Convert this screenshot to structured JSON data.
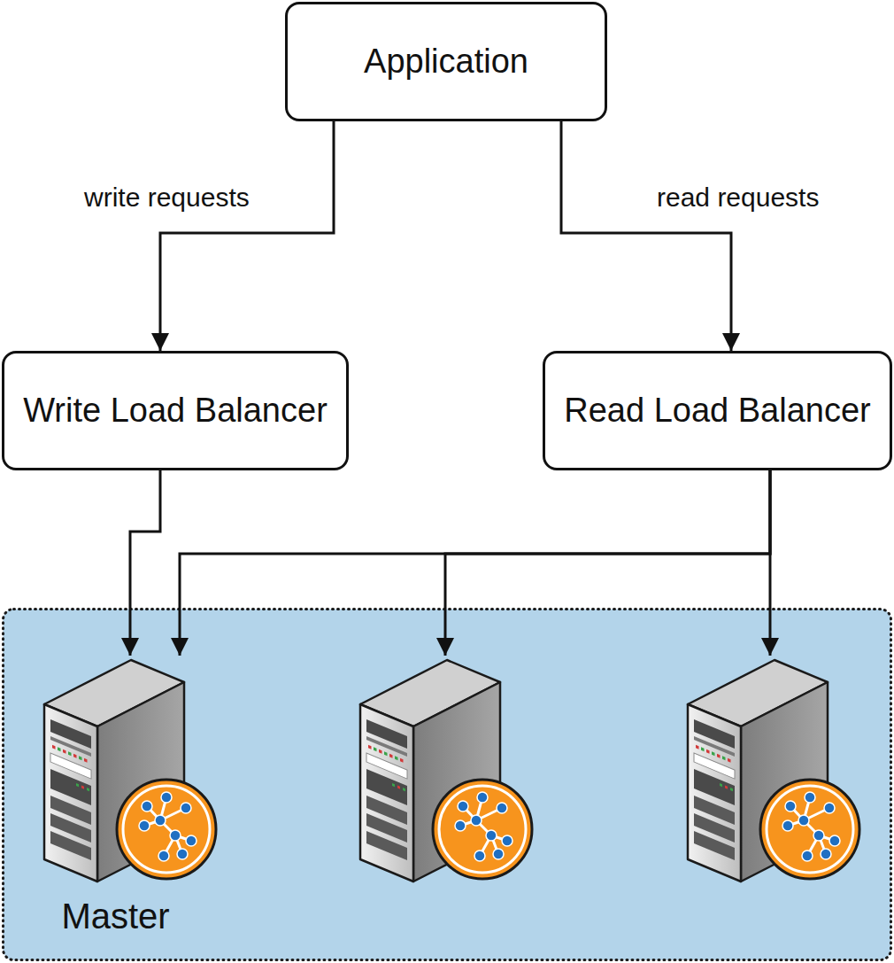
{
  "diagram": {
    "nodes": [
      {
        "text": [
          "Application"
        ]
      },
      {
        "text": [
          "Write Load Balancer"
        ]
      },
      {
        "text": [
          "Read Load Balancer"
        ]
      },
      {
        "text": [
          "Master"
        ]
      },
      {
        "text": []
      },
      {
        "text": []
      }
    ],
    "edges": [
      {
        "from": 0,
        "to": 1,
        "arrow": "to",
        "label": "write requests"
      },
      {
        "from": 0,
        "to": 2,
        "arrow": "to",
        "label": "read requests"
      },
      {
        "from": 1,
        "to": 3,
        "arrow": "to"
      },
      {
        "from": 2,
        "to": 3,
        "arrow": "to"
      },
      {
        "from": 2,
        "to": 4,
        "arrow": "to"
      },
      {
        "from": 2,
        "to": 5,
        "arrow": "to"
      }
    ]
  }
}
